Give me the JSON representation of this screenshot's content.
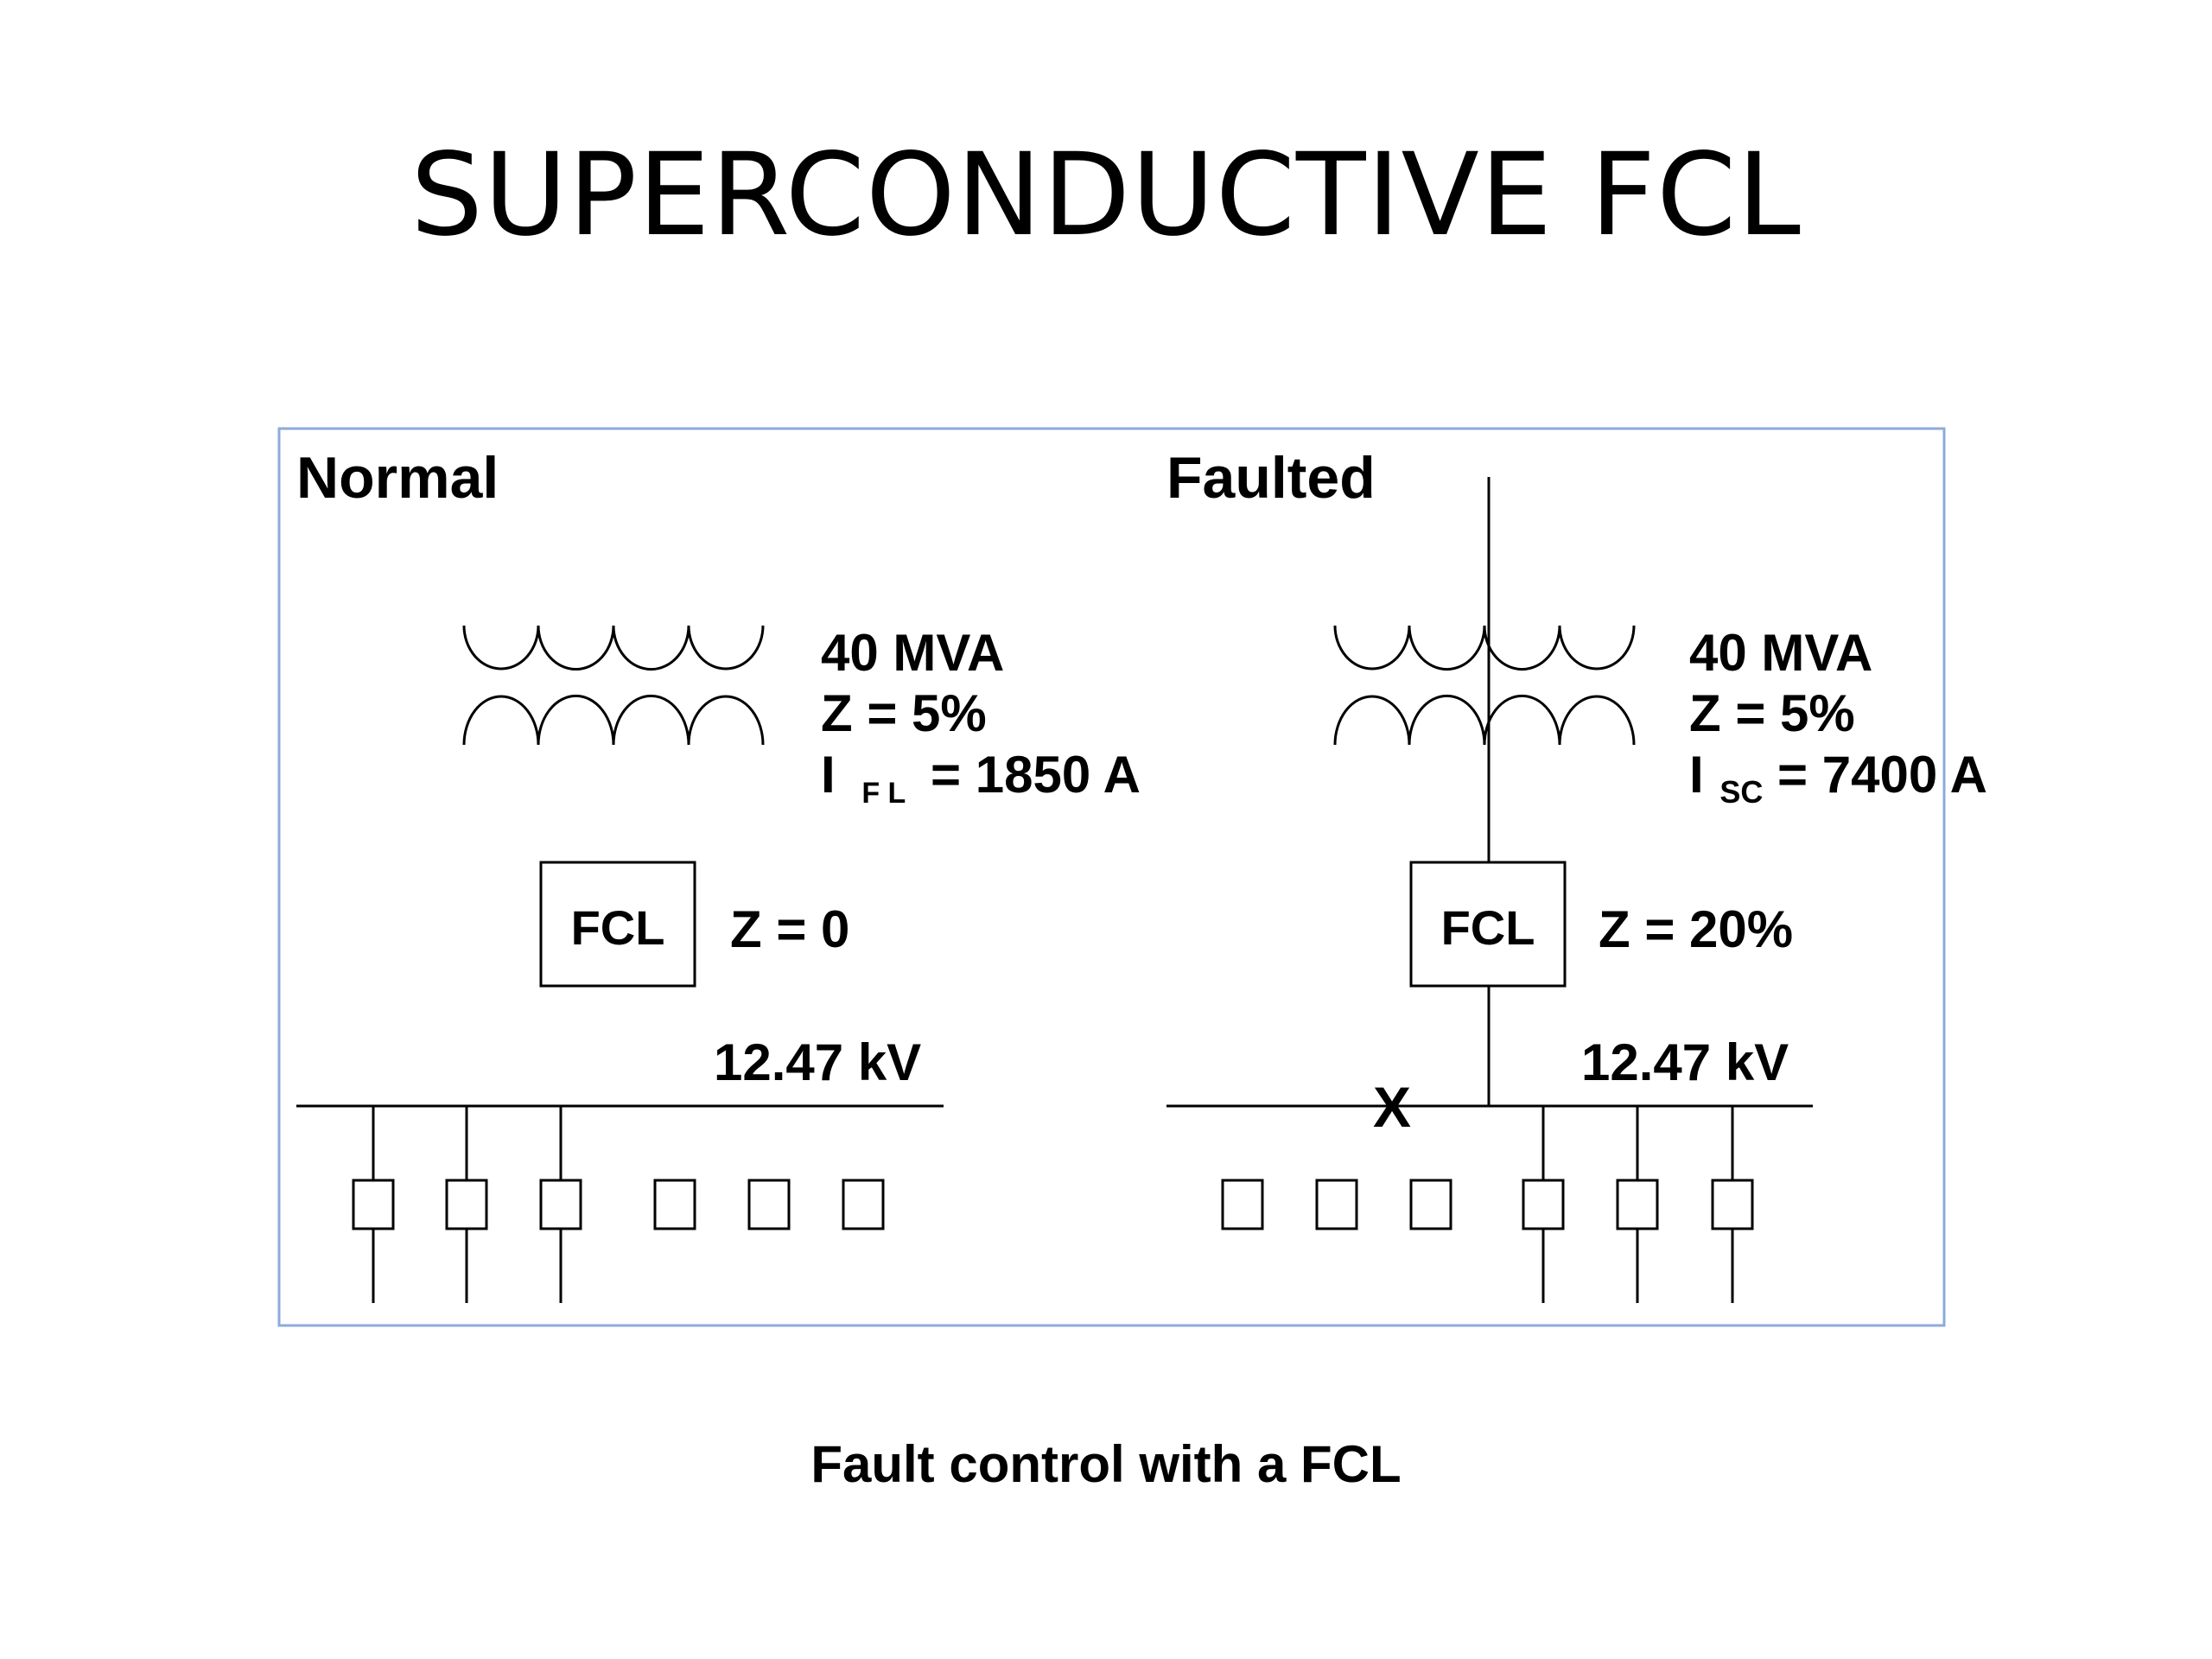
{
  "title": "SUPERCONDUCTIVE FCL",
  "caption": "Fault control with a FCL",
  "frame_color": "#8eaadb",
  "normal": {
    "heading": "Normal",
    "transformer": {
      "rating": "40 MVA",
      "impedance": "Z = 5%",
      "current_symbol": "I",
      "current_subscript": "F L",
      "current_value": "= 1850 A"
    },
    "fcl_label": "FCL",
    "fcl_impedance": "Z = 0",
    "bus_voltage": "12.47 kV",
    "connected_feeders": 3,
    "spare_breakers": 3
  },
  "faulted": {
    "heading": "Faulted",
    "transformer": {
      "rating": "40 MVA",
      "impedance": "Z = 5%",
      "current_symbol": "I",
      "current_subscript": "SC",
      "current_value": "= 7400 A"
    },
    "fcl_label": "FCL",
    "fcl_impedance": "Z = 20%",
    "bus_voltage": "12.47 kV",
    "fault_marker": "X",
    "connected_feeders": 3,
    "spare_breakers": 3
  }
}
